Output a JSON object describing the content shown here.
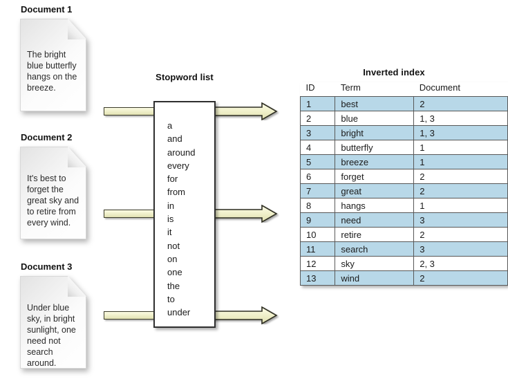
{
  "diagram": {
    "title_stopword": "Stopword list",
    "title_index": "Inverted index"
  },
  "documents": [
    {
      "label": "Document 1",
      "text": "The bright blue butterfly hangs on the breeze."
    },
    {
      "label": "Document 2",
      "text": "It's best to forget the great sky and to retire from every wind."
    },
    {
      "label": "Document 3",
      "text": "Under blue sky, in bright sunlight, one need not search around."
    }
  ],
  "stopwords": [
    "a",
    "and",
    "around",
    "every",
    "for",
    "from",
    "in",
    "is",
    "it",
    "not",
    "on",
    "one",
    "the",
    "to",
    "under"
  ],
  "inverted_index": {
    "headers": [
      "ID",
      "Term",
      "Document"
    ],
    "rows": [
      {
        "id": "1",
        "term": "best",
        "document": "2"
      },
      {
        "id": "2",
        "term": "blue",
        "document": "1, 3"
      },
      {
        "id": "3",
        "term": "bright",
        "document": "1, 3"
      },
      {
        "id": "4",
        "term": "butterfly",
        "document": "1"
      },
      {
        "id": "5",
        "term": "breeze",
        "document": "1"
      },
      {
        "id": "6",
        "term": "forget",
        "document": "2"
      },
      {
        "id": "7",
        "term": "great",
        "document": "2"
      },
      {
        "id": "8",
        "term": "hangs",
        "document": "1"
      },
      {
        "id": "9",
        "term": "need",
        "document": "3"
      },
      {
        "id": "10",
        "term": "retire",
        "document": "2"
      },
      {
        "id": "11",
        "term": "search",
        "document": "3"
      },
      {
        "id": "12",
        "term": "sky",
        "document": "2, 3"
      },
      {
        "id": "13",
        "term": "wind",
        "document": "2"
      }
    ]
  },
  "colors": {
    "row_shade": "#b8d8e8",
    "arrow_fill": "#eeeecb",
    "arrow_stroke": "#2e2e20",
    "text": "#1a1a1a"
  },
  "arrows": [
    {
      "name": "arrow-doc1-to-stopword"
    },
    {
      "name": "arrow-stopword-to-index-1"
    },
    {
      "name": "arrow-doc2-to-stopword"
    },
    {
      "name": "arrow-stopword-to-index-2"
    },
    {
      "name": "arrow-doc3-to-stopword"
    },
    {
      "name": "arrow-stopword-to-index-3"
    }
  ]
}
